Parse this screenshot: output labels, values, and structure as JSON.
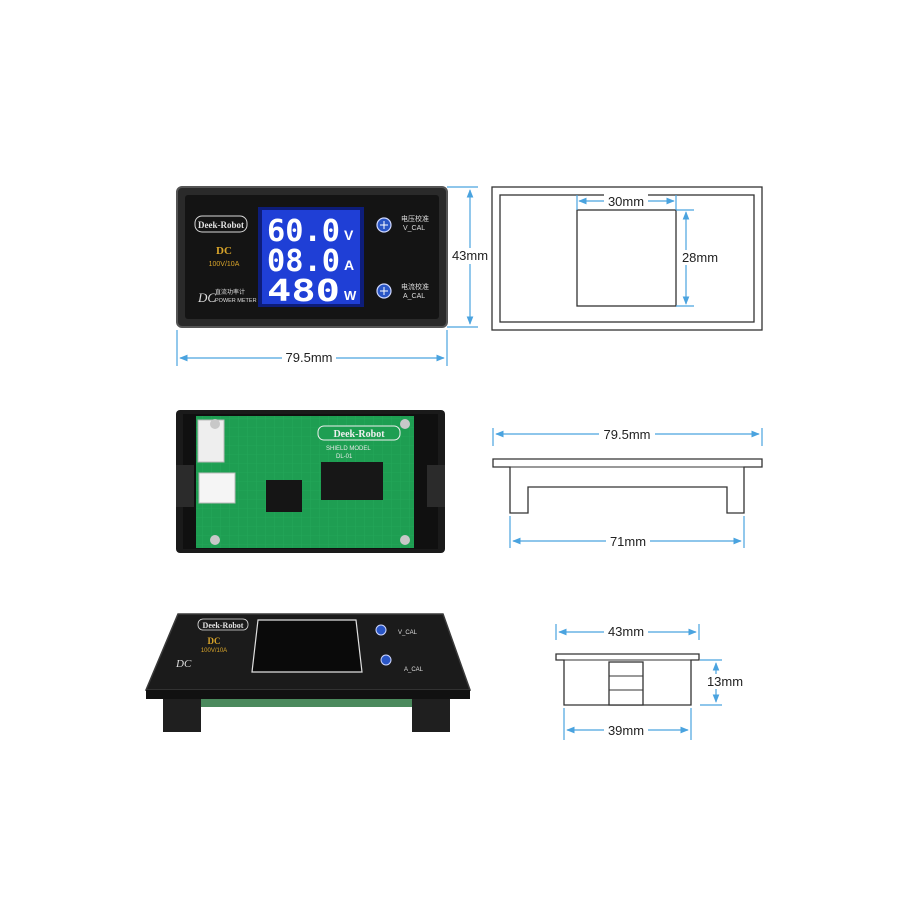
{
  "brand": "Deek-Robot",
  "panel": {
    "type_label": "DC",
    "rating": "100V/10A",
    "bottom_label": "DC",
    "bottom_cn": "直流功率计",
    "bottom_en": "POWER METER",
    "vcal_cn": "电压校准",
    "vcal": "V_CAL",
    "acal_cn": "电流校准",
    "acal": "A_CAL"
  },
  "lcd": {
    "voltage": "60.0",
    "voltage_unit": "V",
    "current": "08.0",
    "current_unit": "A",
    "power": "480",
    "power_unit": "W"
  },
  "pcb": {
    "model_label": "SHIELD MODEL",
    "model": "DL-01"
  },
  "dimensions": {
    "front_height": "43mm",
    "front_width": "79.5mm",
    "window_width": "30mm",
    "window_height": "28mm",
    "side_width": "79.5mm",
    "side_inner": "71mm",
    "end_width": "43mm",
    "end_depth": "13mm",
    "end_inner": "39mm"
  },
  "colors": {
    "lcd_bg": "#1f3fd6",
    "lcd_digit": "#ffffff",
    "bezel": "#1c1c1c",
    "pcb": "#1e9e52",
    "dimension_line": "#4aa3df",
    "brand_gold": "#d9a52a"
  }
}
